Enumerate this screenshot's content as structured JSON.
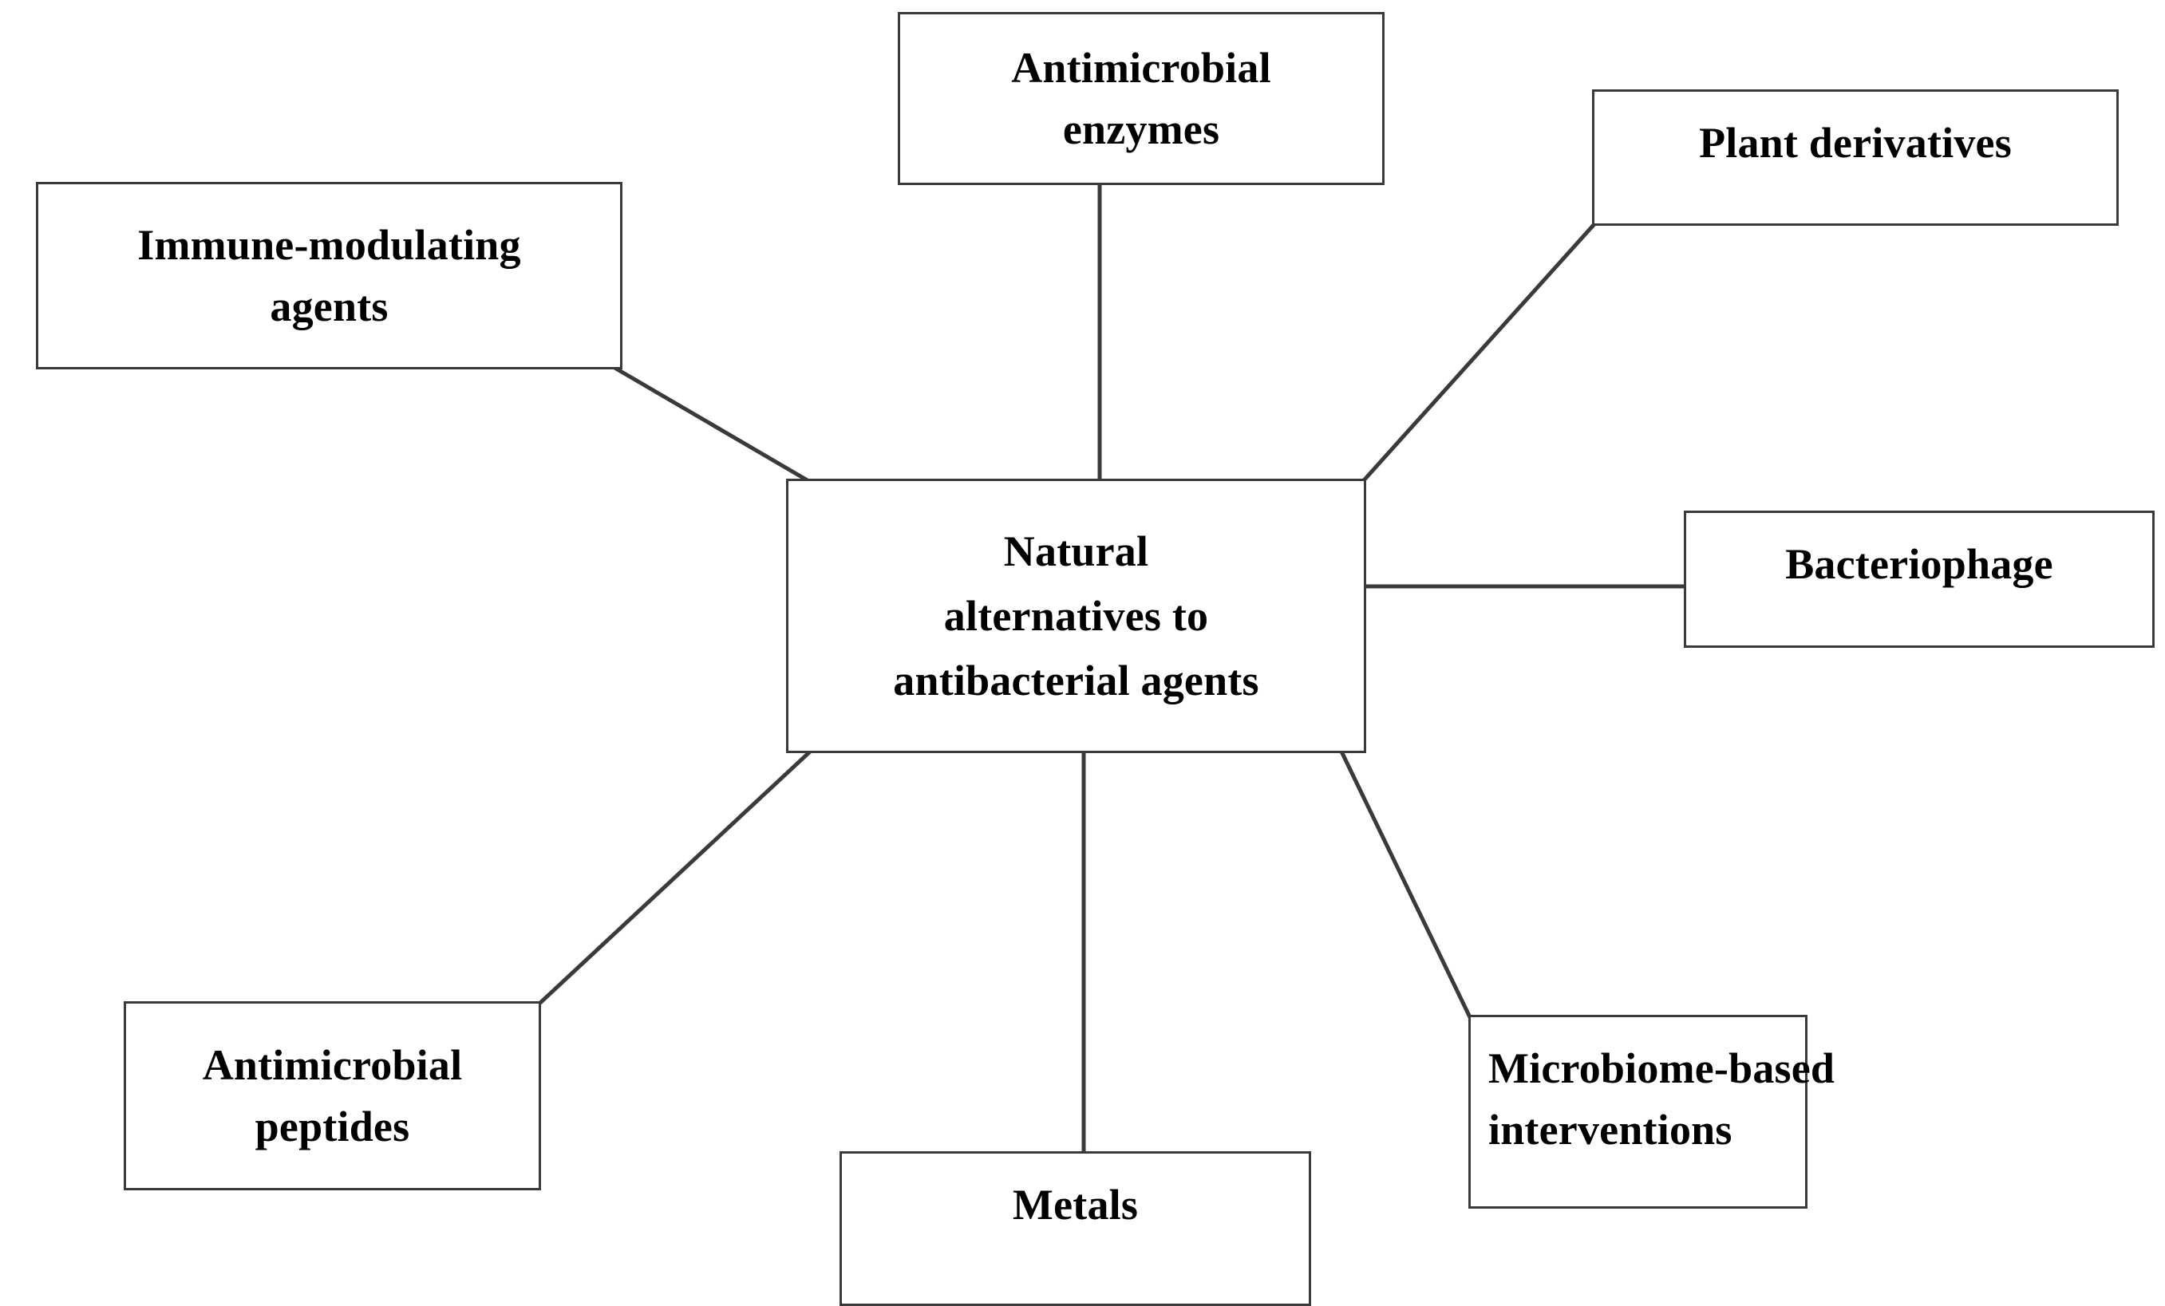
{
  "diagram": {
    "type": "radial-concept-map",
    "center": {
      "id": "natural-alternatives",
      "line1": "Natural",
      "line2": "alternatives to",
      "line3a": "antibacterial ",
      "line3b": "agents"
    },
    "nodes": [
      {
        "id": "antimicrobial-enzymes",
        "line1": "Antimicrobial",
        "line2": "enzymes"
      },
      {
        "id": "plant-derivatives",
        "line1": "Plant derivatives",
        "line2": ""
      },
      {
        "id": "bacteriophage",
        "line1": "Bacteriophage",
        "line2": ""
      },
      {
        "id": "microbiome-based-interventions",
        "line1": "Microbiome-based",
        "line2": "interventions"
      },
      {
        "id": "metals",
        "line1": "Metals",
        "line2": ""
      },
      {
        "id": "antimicrobial-peptides",
        "line1": "Antimicrobial",
        "line2": "peptides"
      },
      {
        "id": "immune-modulating-agents",
        "line1": "Immune-modulating",
        "line2": "agents"
      }
    ],
    "colors": {
      "background": "#ffffff",
      "box_border": "#3a3a3a",
      "connector": "#3a3a3a",
      "text": "#000000"
    }
  }
}
